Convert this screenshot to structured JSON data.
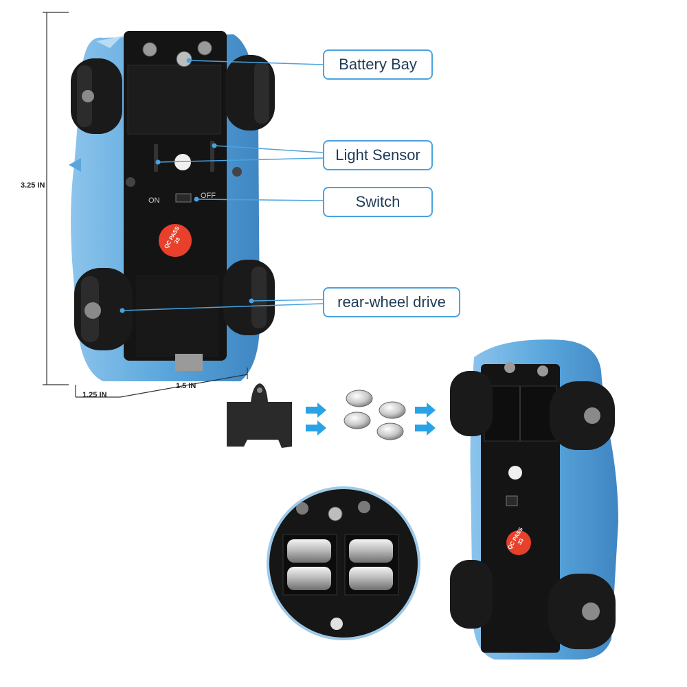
{
  "callouts": {
    "battery_bay": "Battery Bay",
    "light_sensor": "Light Sensor",
    "switch": "Switch",
    "rear_wheel_drive": "rear-wheel drive"
  },
  "dimensions": {
    "height": "3.25 IN",
    "depth": "1.25 IN",
    "width": "1.5 IN"
  },
  "switch_labels": {
    "on": "ON",
    "off": "OFF"
  },
  "sticker_text": "QC PASS 33",
  "colors": {
    "car_body": "#6ab0e0",
    "chassis": "#141414",
    "tire": "#1a1a1a",
    "callout_border": "#4aa3df",
    "sticker": "#e8402a",
    "arrow": "#29a3e6"
  }
}
